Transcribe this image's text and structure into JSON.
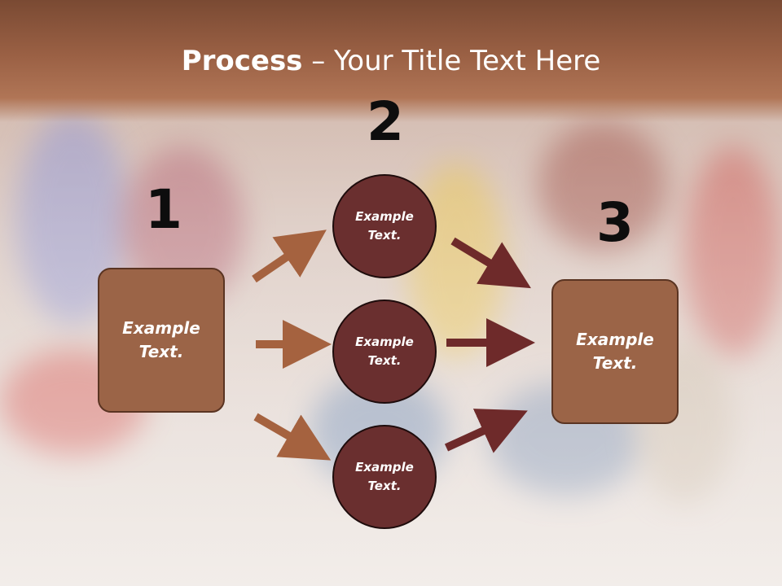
{
  "title": {
    "bold": "Process",
    "rest": " – Your Title Text Here"
  },
  "steps": {
    "one": "1",
    "two": "2",
    "three": "3"
  },
  "left_box": {
    "line1": "Example",
    "line2": "Text."
  },
  "right_box": {
    "line1": "Example",
    "line2": "Text."
  },
  "circles": [
    {
      "line1": "Example",
      "line2": "Text."
    },
    {
      "line1": "Example",
      "line2": "Text."
    },
    {
      "line1": "Example",
      "line2": "Text."
    }
  ],
  "colors": {
    "header": "#9a6044",
    "box_fill": "#9b6447",
    "circle_fill": "#6a2f2f",
    "arrow_left": "#a5623f",
    "arrow_right": "#6e2a2a"
  }
}
